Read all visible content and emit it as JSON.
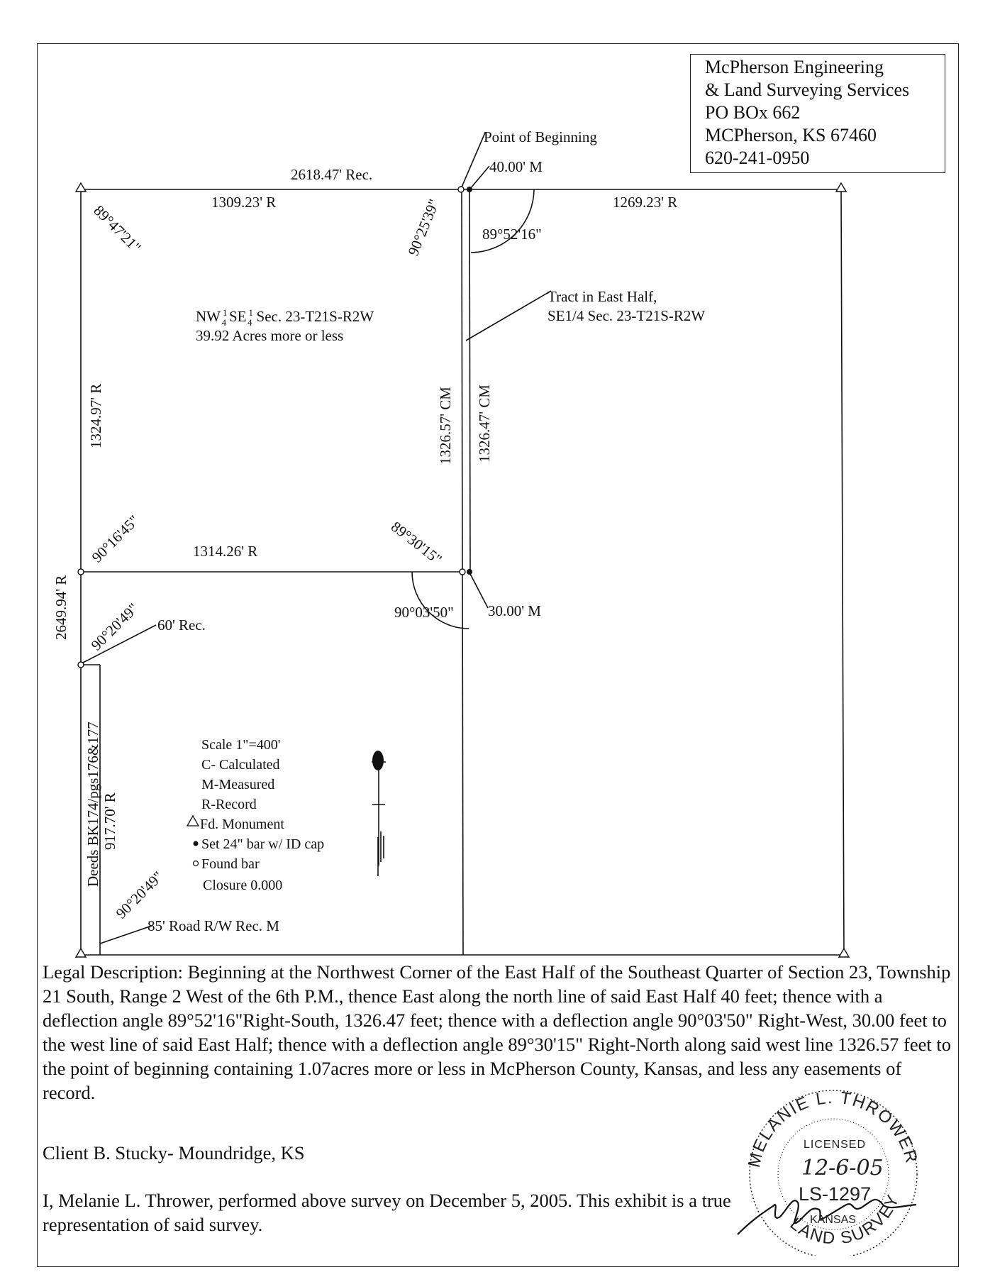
{
  "firm": {
    "line1": "McPherson Engineering",
    "line2": "& Land Surveying Services",
    "line3": "PO BOx 662",
    "line4": "MCPherson, KS  67460",
    "line5": "620-241-0950"
  },
  "plat": {
    "top_record": "2618.47' Rec.",
    "nw_top": "1309.23' R",
    "ne_top": "1269.23' R",
    "pob": "Point of Beginning",
    "pob_offset": "40.00' M",
    "angle_nw_corner": "89°47'21\"",
    "angle_pob": "90°25'39\"",
    "angle_ne_tract": "89°52'16\"",
    "tract_label_1": "Tract in East Half,",
    "tract_label_2": "SE1/4 Sec. 23-T21S-R2W",
    "nw_desc_1a": "NW",
    "nw_desc_1b": "SE",
    "nw_desc_1c": "Sec. 23-T21S-R2W",
    "nw_desc_2": "39.92 Acres more or less",
    "west_side": "1324.97' R",
    "center_west": "1326.57' CM",
    "center_east": "1326.47' CM",
    "angle_mid_west": "90°16'45\"",
    "mid_line": "1314.26' R",
    "angle_mid_center": "89°30'15\"",
    "angle_tract_sw": "90°03'50\"",
    "sw_offset": "30.00' M",
    "west_total": "2649.94' R",
    "angle_deeds_top": "90°20'49\"",
    "deeds_width": "60' Rec.",
    "deeds_label": "Deeds BK174/pgs176&177",
    "deeds_length": "917.70' R",
    "angle_deeds_bottom": "90°20'49\"",
    "road": "85' Road R/W Rec. M"
  },
  "legend": {
    "scale": "Scale 1\"=400'",
    "c": "C- Calculated",
    "m": "M-Measured",
    "r": "R-Record",
    "monument": "Fd. Monument",
    "set_bar": "Set 24\" bar w/ ID cap",
    "found_bar": "Found bar",
    "closure": "Closure 0.000"
  },
  "legal_description": "Legal Description:  Beginning at the Northwest Corner of the East Half of the Southeast Quarter of Section 23, Township 21 South, Range 2 West of the 6th P.M., thence East along the north line of said East Half 40 feet; thence  with a deflection angle 89°52'16\"Right-South, 1326.47 feet; thence with a deflection angle 90°03'50\" Right-West, 30.00 feet to the west line of said East Half; thence with a deflection angle 89°30'15\" Right-North along said west line 1326.57 feet to the point of beginning containing 1.07acres more or less in McPherson County, Kansas, and less any easements of record.",
  "client": "Client B. Stucky- Moundridge, KS",
  "certification": "I, Melanie L. Thrower, performed above survey on December 5, 2005.  This exhibit is a true representation of said survey.",
  "seal": {
    "name": "MELANIE L. THROWER",
    "licensed": "LICENSED",
    "date": "12-6-05",
    "number": "LS-1297",
    "state": "KANSAS",
    "title": "LAND SURVEYOR"
  }
}
